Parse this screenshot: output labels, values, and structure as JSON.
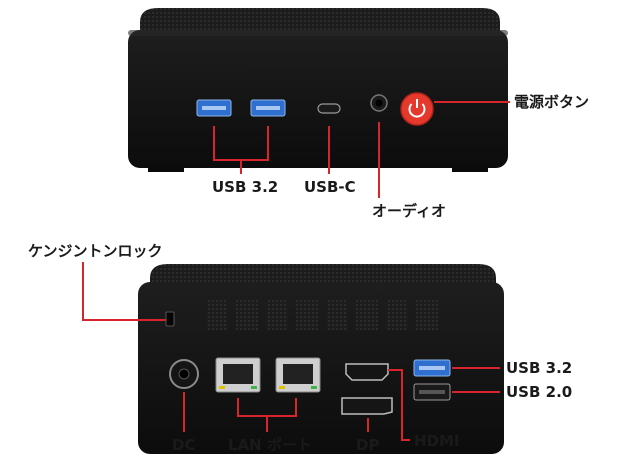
{
  "labels": {
    "power_button": "電源ボタン",
    "front_usb": "USB 3.2",
    "usb_c": "USB-C",
    "audio": "オーディオ",
    "kensington": "ケンジントンロック",
    "rear_usb32": "USB 3.2",
    "rear_usb20": "USB 2.0",
    "dc": "DC",
    "lan": "LAN ポート",
    "dp": "DP",
    "hdmi": "HDMI"
  },
  "colors": {
    "callout_line": "#d7262b",
    "chassis": "#121212",
    "usb3_blue": "#2e6fcf",
    "power_red": "#e5392e"
  }
}
